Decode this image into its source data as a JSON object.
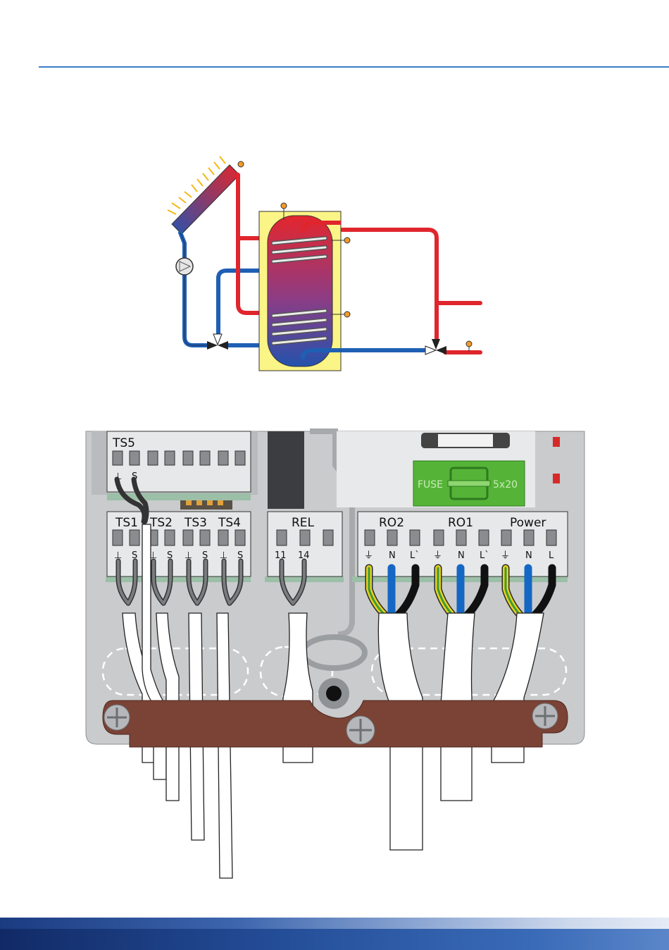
{
  "terminal_block": {
    "ts5": {
      "label": "TS5",
      "pins": [
        "⊥",
        "S"
      ]
    },
    "sensor_groups": [
      {
        "label": "TS1",
        "pins": [
          "⊥",
          "S"
        ]
      },
      {
        "label": "TS2",
        "pins": [
          "⊥",
          "S"
        ]
      },
      {
        "label": "TS3",
        "pins": [
          "⊥",
          "S"
        ]
      },
      {
        "label": "TS4",
        "pins": [
          "⊥",
          "S"
        ]
      }
    ],
    "rel": {
      "label": "REL",
      "pins": [
        "11",
        "14"
      ]
    },
    "outputs": [
      {
        "label": "RO2",
        "pins": [
          "⏚",
          "N",
          "L`"
        ]
      },
      {
        "label": "RO1",
        "pins": [
          "⏚",
          "N",
          "L`"
        ]
      },
      {
        "label": "Power",
        "pins": [
          "⏚",
          "N",
          "L"
        ]
      }
    ],
    "fuse": {
      "label": "FUSE",
      "rating": "5x20"
    }
  },
  "colors": {
    "accent_line": "#3a7fc8",
    "hot_pipe": "#e0252d",
    "cold_pipe": "#1f5fb4",
    "tank_frame": "#fbf486",
    "cable_clamp": "#7a4336",
    "fuse_holder": "#55b437",
    "housing": "#c9cbcd"
  }
}
